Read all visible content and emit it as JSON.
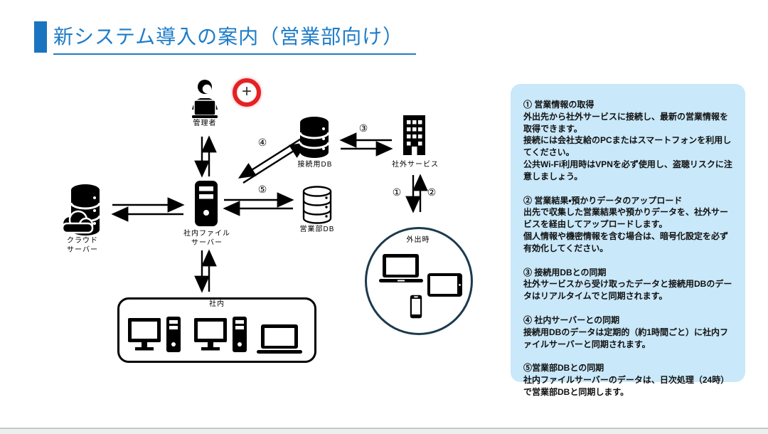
{
  "slide": {
    "title": "新システム導入の案内（営業部向け）"
  },
  "cursor": {
    "glyph": "+"
  },
  "colors": {
    "accent_blue": "#1e7cc8",
    "panel_bg": "#c9e8f9",
    "circle_stroke": "#1b3a4e",
    "cursor_red": "#e32124"
  },
  "diagram": {
    "labels": {
      "admin": "管理者",
      "cloud_server": "クラウド\nサーバー",
      "file_server": "社内ファイル\nサーバー",
      "connect_db": "接続用DB",
      "external_service": "社外サービス",
      "sales_db": "営業部DB",
      "office": "社内",
      "out_of_office": "外出時"
    },
    "numbers": {
      "n1": "①",
      "n2": "②",
      "n3": "③",
      "n4": "④",
      "n5": "⑤"
    }
  },
  "panel": {
    "sections": [
      {
        "heading": "① 営業情報の取得",
        "body": "外出先から社外サービスに接続し、最新の営業情報を取得できます。\n接続には会社支給のPCまたはスマートフォンを利用してください。\n公共Wi-Fi利用時はVPNを必ず使用し、盗聴リスクに注意しましょう。"
      },
      {
        "heading": "② 営業結果・預かりデータのアップロード",
        "body": "出先で収集した営業結果や預かりデータを、社外サービスを経由してアップロードします。\n個人情報や機密情報を含む場合は、暗号化設定を必ず有効化してください。"
      },
      {
        "heading": "③ 接続用DBとの同期",
        "body": "社外サービスから受け取ったデータと接続用DBのデータはリアルタイムでと同期されます。"
      },
      {
        "heading": "④ 社内サーバーとの同期",
        "body": "接続用DBのデータは定期的（約1時間ごと）に社内ファイルサーバーと同期されます。"
      },
      {
        "heading": "⑤営業部DBとの同期",
        "body": "社内ファイルサーバーのデータは、日次処理（24時）で営業部DBと同期します。"
      }
    ]
  }
}
